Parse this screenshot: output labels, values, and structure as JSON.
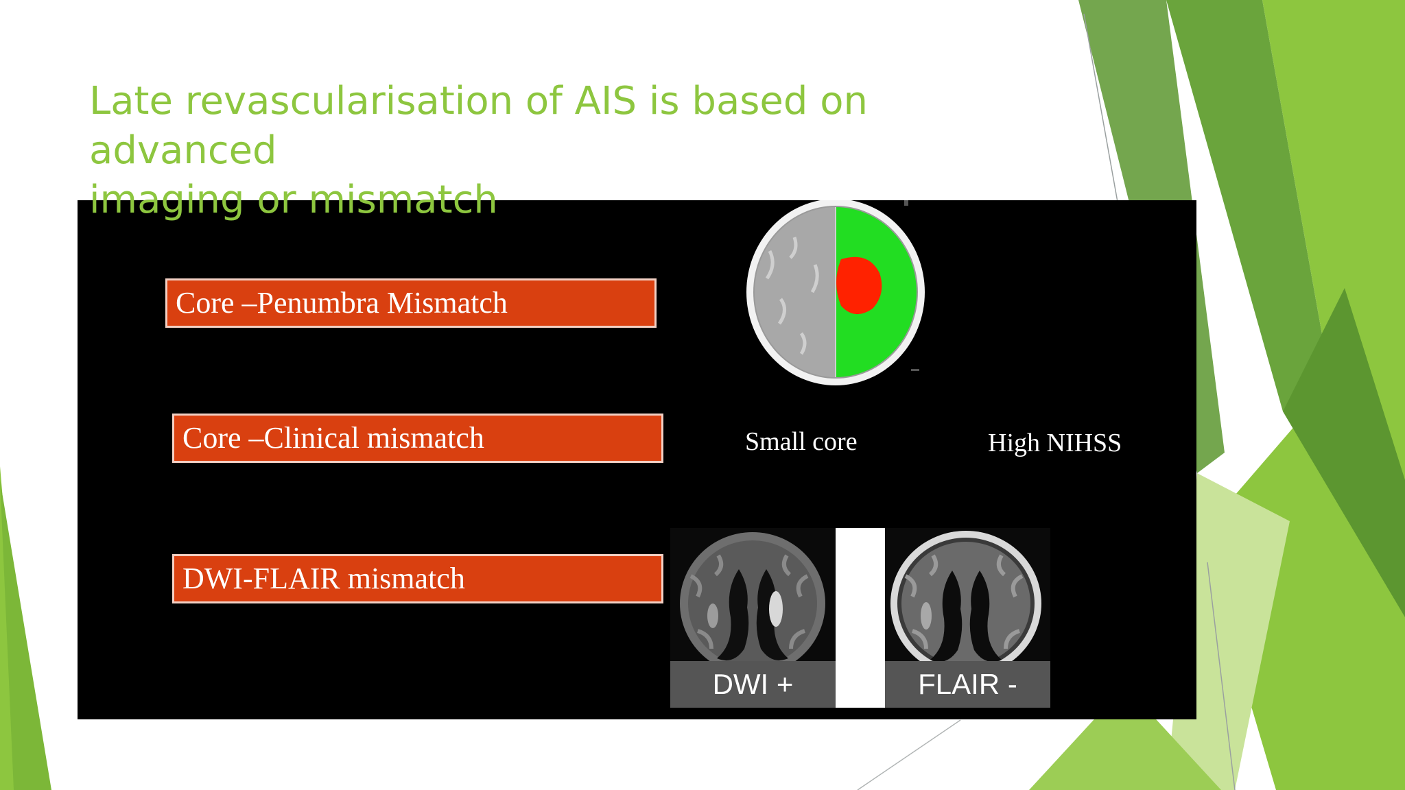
{
  "slide": {
    "title_lines": [
      "Late revascularisation of AIS is based on advanced",
      "imaging or mismatch"
    ]
  },
  "figure": {
    "boxes": [
      {
        "label": "Core –Penumbra Mismatch"
      },
      {
        "label": "Core –Clinical mismatch"
      },
      {
        "label": "DWI-FLAIR mismatch"
      }
    ],
    "ct_labels": {
      "left": "Small core",
      "right": "High NIHSS"
    },
    "mri": {
      "dwi_caption": "DWI +",
      "flair_caption": "FLAIR -"
    }
  },
  "colors": {
    "title": "#8dc63f",
    "box_fill": "#d94010",
    "accent_green": "#8dc63f",
    "dark_green": "#4e8f2a",
    "penumbra": "#22dd22",
    "core": "#ff2200"
  }
}
